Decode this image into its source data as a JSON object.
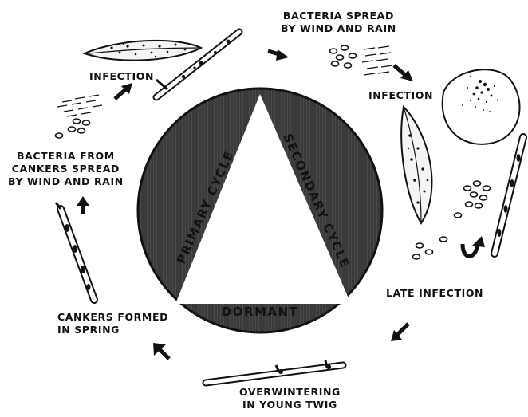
{
  "diagram": {
    "labels": {
      "infection_top": "INFECTION",
      "bacteria_spread_l1": "BACTERIA SPREAD",
      "bacteria_spread_l2": "BY WIND AND RAIN",
      "infection_right": "INFECTION",
      "late_infection": "LATE INFECTION",
      "overwintering_l1": "OVERWINTERING",
      "overwintering_l2": "IN YOUNG TWIG",
      "cankers_l1": "CANKERS FORMED",
      "cankers_l2": "IN SPRING",
      "from_cankers_l1": "BACTERIA FROM",
      "from_cankers_l2": "CANKERS SPREAD",
      "from_cankers_l3": "BY WIND AND RAIN"
    },
    "cycle": {
      "primary": "PRIMARY CYCLE",
      "secondary": "SECONDARY CYCLE",
      "dormant": "DORMANT"
    },
    "colors": {
      "ink": "#111111",
      "circle_fill": "#3a3a3a",
      "paper": "#ffffff"
    }
  }
}
